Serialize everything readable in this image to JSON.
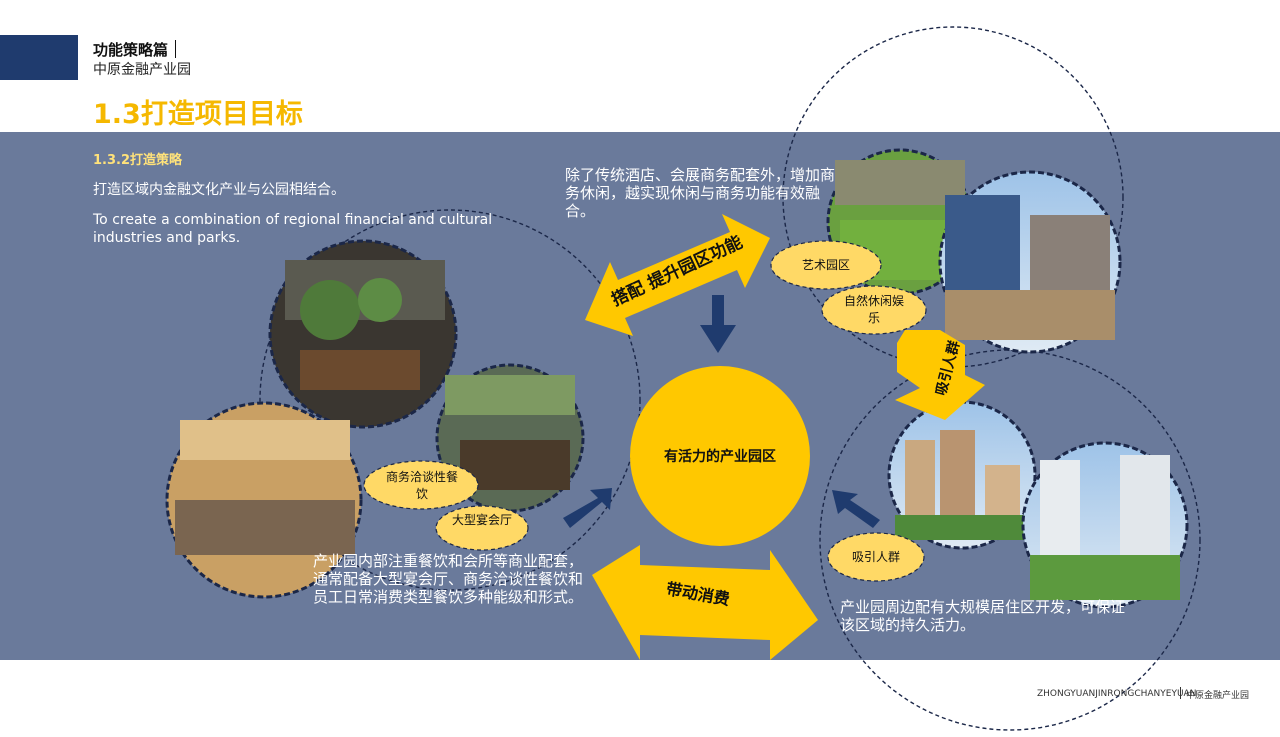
{
  "header": {
    "section_title": "功能策略篇",
    "section_subtitle": "中原金融产业园",
    "page_title": "1.3打造项目目标"
  },
  "strategy": {
    "heading": "1.3.2打造策略",
    "cn": "打造区域内金融文化产业与公园相结合。",
    "en": "To create a combination of regional financial and cultural industries and parks."
  },
  "center": {
    "label": "有活力的产业园区"
  },
  "arrows": {
    "top_left": "搭配 提升园区功能",
    "bottom": "带动消费",
    "right": "吸引人群"
  },
  "texts": {
    "top": "除了传统酒店、会展商务配套外，增加商务休闲，越实现休闲与商务功能有效融合。",
    "bottom_left": "产业园内部注重餐饮和会所等商业配套，通常配备大型宴会厅、商务洽谈性餐饮和员工日常消费类型餐饮多种能级和形式。",
    "bottom_right": "产业园周边配有大规模居住区开发，可保证该区域的持久活力。"
  },
  "labels": {
    "art_zone": "艺术园区",
    "leisure": "自然休闲娱乐",
    "business_dining": "商务洽谈性餐饮",
    "banquet": "大型宴会厅",
    "attract": "吸引人群"
  },
  "footer": {
    "en": "ZHONGYUANJINRONGCHANYEYUAN",
    "cn": "中原金融产业园"
  },
  "colors": {
    "navy": "#1f3b6e",
    "accent_yellow": "#ffc800",
    "title_yellow": "#f5b800",
    "panel": "#6a7a9b",
    "arrow_blue": "#1f3b6e"
  }
}
